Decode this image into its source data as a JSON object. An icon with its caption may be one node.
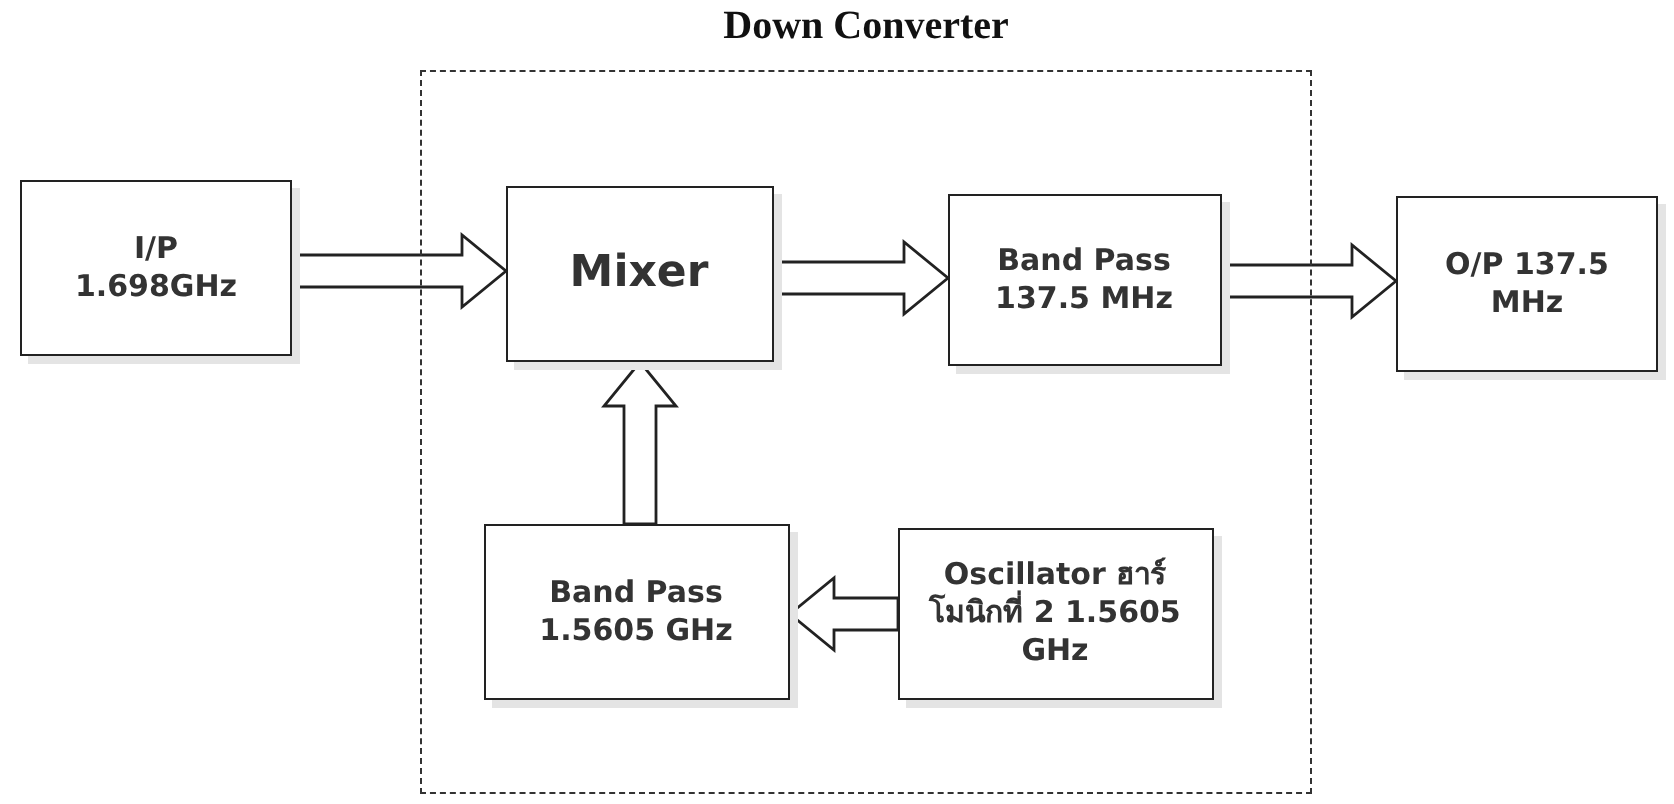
{
  "diagram": {
    "nodes": [
      {
        "text": [
          "Down Converter"
        ]
      },
      {
        "text": [
          "I/P 1.698GHz"
        ]
      },
      {
        "text": [
          "Mixer"
        ],
        "in": 0
      },
      {
        "text": [
          "Band Pass 137.5 MHz"
        ],
        "in": 0
      },
      {
        "text": [
          "O/P 137.5 MHz"
        ]
      },
      {
        "text": [
          "Band Pass 1.5605 GHz"
        ],
        "in": 0
      },
      {
        "text": [
          "Oscillator ฮาร์โมนิกที่ 2 1.5605 GHz"
        ],
        "in": 0
      }
    ],
    "edges": [
      {
        "from": 1,
        "to": 2,
        "arrow": "to"
      },
      {
        "from": 2,
        "to": 3,
        "arrow": "to"
      },
      {
        "from": 3,
        "to": 4,
        "arrow": "to"
      },
      {
        "from": 5,
        "to": 2,
        "arrow": "to"
      },
      {
        "from": 6,
        "to": 5,
        "arrow": "to"
      }
    ]
  }
}
